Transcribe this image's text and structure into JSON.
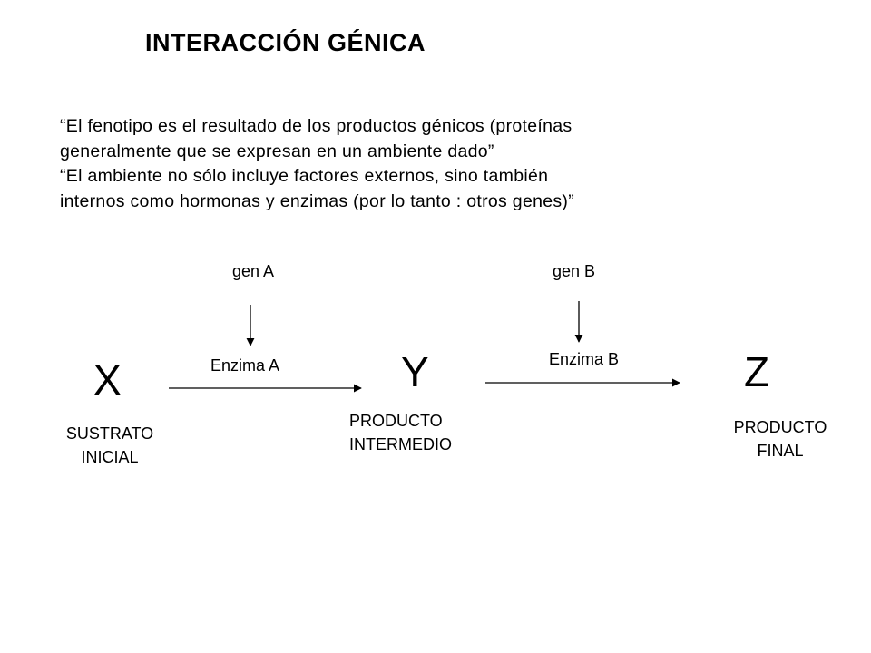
{
  "title": "INTERACCIÓN GÉNICA",
  "quote": {
    "line1": "“El fenotipo es el resultado de los productos génicos (proteínas",
    "line2": "generalmente que se expresan en un ambiente dado”",
    "line3": "“El ambiente no sólo incluye factores externos, sino también",
    "line4": "internos como hormonas y enzimas (por lo tanto : otros genes)”"
  },
  "genes": {
    "a": "gen A",
    "b": "gen B"
  },
  "enzymes": {
    "a": "Enzima A",
    "b": "Enzima B"
  },
  "compounds": {
    "x": {
      "letter": "X",
      "label1": "SUSTRATO",
      "label2": "INICIAL"
    },
    "y": {
      "letter": "Y",
      "label1": "PRODUCTO",
      "label2": "INTERMEDIO"
    },
    "z": {
      "letter": "Z",
      "label1": "PRODUCTO",
      "label2": "FINAL"
    }
  }
}
